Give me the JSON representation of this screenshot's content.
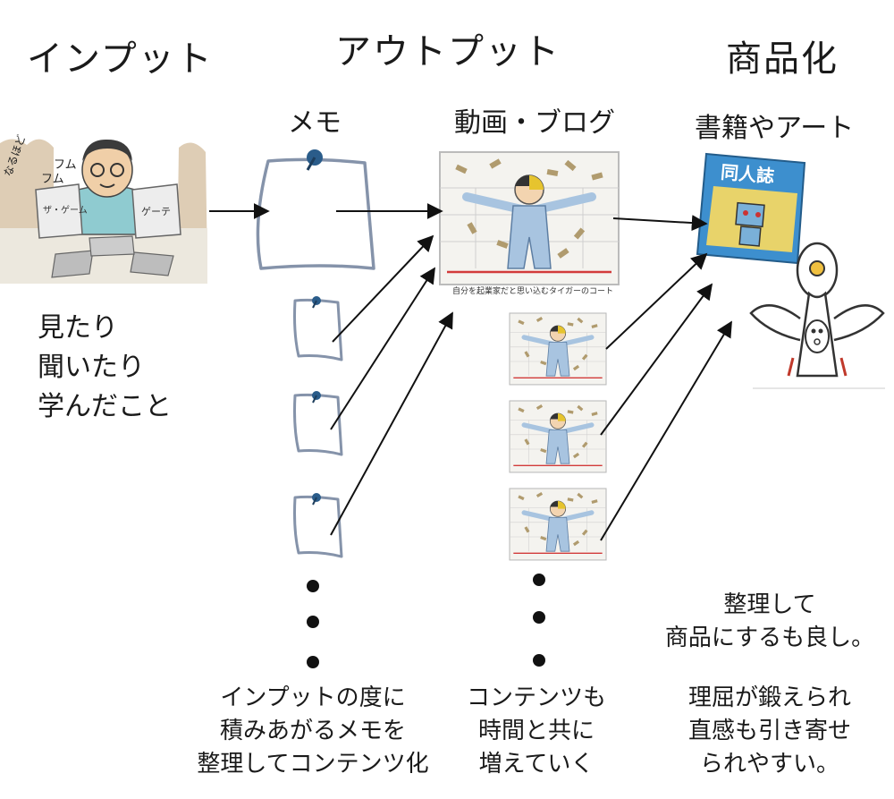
{
  "columns": {
    "input": "インプット",
    "output": "アウトプット",
    "product": "商品化"
  },
  "subheads": {
    "memo": "メモ",
    "video_blog": "動画・ブログ",
    "books_art": "書籍やアート"
  },
  "input_desc": "見たり\n聞いたり\n学んだこと",
  "illustration_text": {
    "speech1": "フム",
    "speech2": "フム",
    "speech3": "なるほど",
    "book_left": "ザ・ゲーム",
    "book_right": "ゲーテ",
    "book_cover": "同人誌"
  },
  "captions": {
    "memo": "インプットの度に\n積みあがるメモを\n整理してコンテンツ化",
    "content": "コンテンツも\n時間と共に\n増えていく",
    "product_top": "整理して\n商品にするも良し。",
    "product_bottom": "理屈が鍛えられ\n直感も引き寄せ\nられやすい。"
  },
  "video_caption": "自分を起業家だと思い込むタイガーのコート",
  "colors": {
    "arrow": "#111111",
    "memo_border": "#8593aa",
    "pin": "#2a5c8a",
    "book": "#3d8fce",
    "suit": "#a8c4e0",
    "bill": "#b09b6e",
    "progress": "#d23a3a"
  }
}
